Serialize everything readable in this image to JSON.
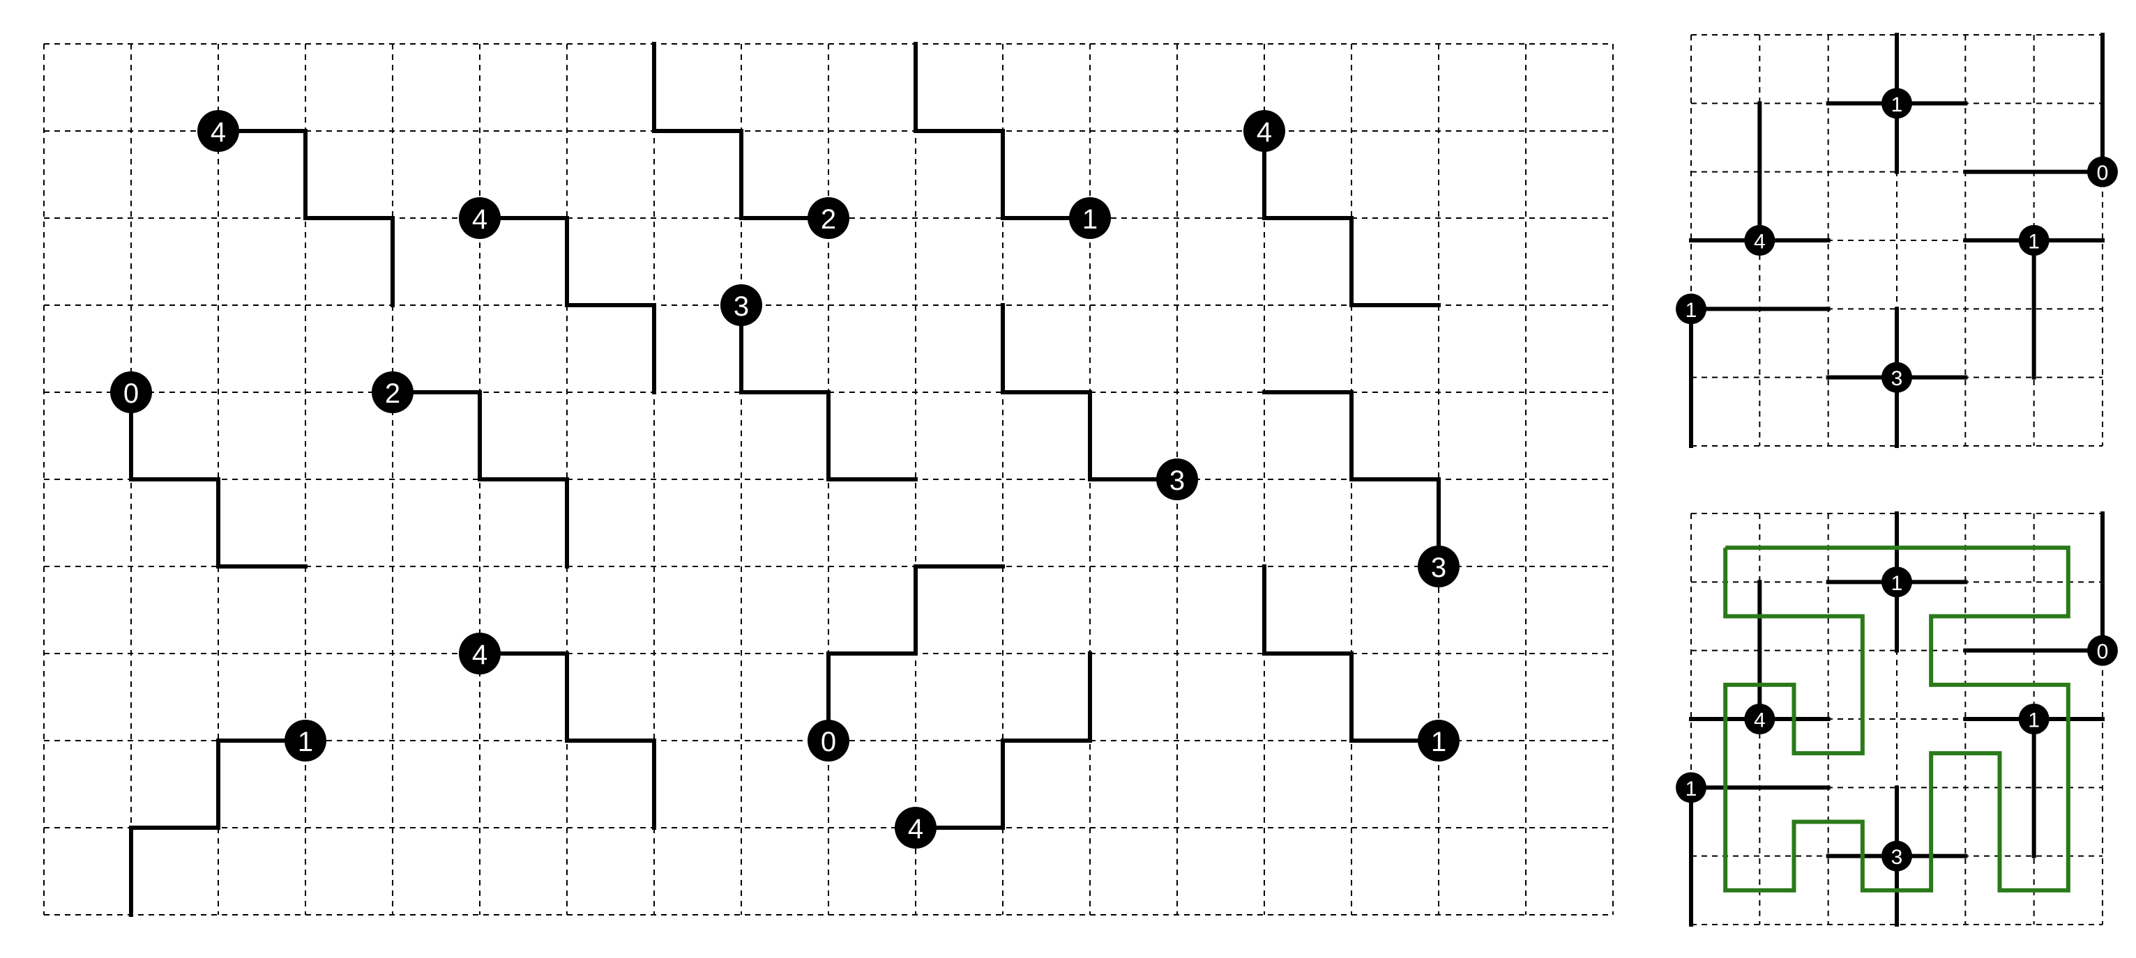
{
  "main_puzzle": {
    "cols": 18,
    "rows": 10,
    "clues": [
      {
        "col": 2,
        "row": 1,
        "value": "4"
      },
      {
        "col": 5,
        "row": 2,
        "value": "4"
      },
      {
        "col": 9,
        "row": 2,
        "value": "2"
      },
      {
        "col": 12,
        "row": 2,
        "value": "1"
      },
      {
        "col": 14,
        "row": 1,
        "value": "4"
      },
      {
        "col": 8,
        "row": 3,
        "value": "3"
      },
      {
        "col": 1,
        "row": 4,
        "value": "0"
      },
      {
        "col": 4,
        "row": 4,
        "value": "2"
      },
      {
        "col": 13,
        "row": 5,
        "value": "3"
      },
      {
        "col": 16,
        "row": 6,
        "value": "3"
      },
      {
        "col": 5,
        "row": 7,
        "value": "4"
      },
      {
        "col": 3,
        "row": 8,
        "value": "1"
      },
      {
        "col": 9,
        "row": 8,
        "value": "0"
      },
      {
        "col": 16,
        "row": 8,
        "value": "1"
      },
      {
        "col": 10,
        "row": 9,
        "value": "4"
      }
    ]
  },
  "example_puzzle": {
    "cols": 6,
    "rows": 6,
    "clues": [
      {
        "col": 3,
        "row": 1,
        "value": "1"
      },
      {
        "col": 6,
        "row": 2,
        "value": "0"
      },
      {
        "col": 1,
        "row": 3,
        "value": "4"
      },
      {
        "col": 5,
        "row": 3,
        "value": "1"
      },
      {
        "col": 0,
        "row": 4,
        "value": "1"
      },
      {
        "col": 3,
        "row": 5,
        "value": "3"
      }
    ]
  },
  "solution_puzzle": {
    "loop_color": "#2a7a1a",
    "clues": [
      {
        "col": 3,
        "row": 1,
        "value": "1"
      },
      {
        "col": 6,
        "row": 2,
        "value": "0"
      },
      {
        "col": 1,
        "row": 3,
        "value": "4"
      },
      {
        "col": 5,
        "row": 3,
        "value": "1"
      },
      {
        "col": 0,
        "row": 4,
        "value": "1"
      },
      {
        "col": 3,
        "row": 5,
        "value": "3"
      }
    ]
  }
}
